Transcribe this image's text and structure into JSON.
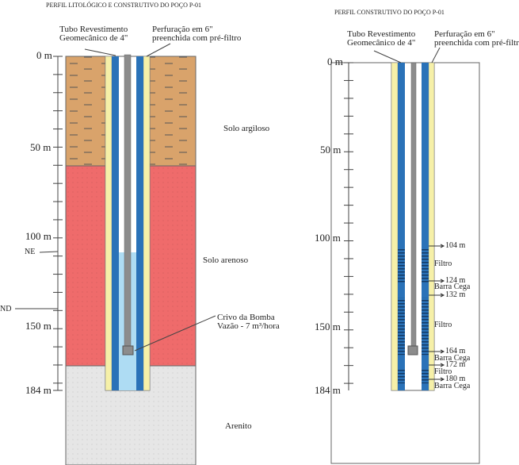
{
  "left": {
    "title": "PERFIL LITOLÓGICO E CONSTRUTIVO DO POÇO P-01",
    "casing_label": [
      "Tubo Revestimento",
      "Geomecânico de 4\""
    ],
    "borehole_label": [
      "Perfuração em 6\"",
      "preenchida com pré-filtro"
    ],
    "depths": [
      "0 m",
      "50 m",
      "100 m",
      "150 m",
      "184 m"
    ],
    "layers": [
      "Solo argiloso",
      "Solo arenoso",
      "Arenito"
    ],
    "ne_label": "NE",
    "nd_label": "ND",
    "pump_label": [
      "Crivo da Bomba",
      "Vazão - 7 m³/hora"
    ]
  },
  "right": {
    "title": "PERFIL CONSTRUTIVO DO POÇO P-01",
    "casing_label": [
      "Tubo Revestimento",
      "Geomecânico de 4\""
    ],
    "borehole_label": [
      "Perfuração em 6\"",
      "preenchida com pré-filtro"
    ],
    "depths": [
      "0 m",
      "50 m",
      "100 m",
      "150 m",
      "184 m"
    ],
    "annotations": [
      "104 m",
      "Filtro",
      "124 m",
      "Barra Cega",
      "132 m",
      "Filtro",
      "164 m",
      "Barra Cega",
      "172 m",
      "Filtro",
      "180 m",
      "Barra Cega"
    ]
  },
  "colors": {
    "clay": "#d9a36b",
    "sand": "#ef6b6b",
    "sandstone": "#e6e6e6",
    "casing": "#2a72b8",
    "prefilter": "#f6f0a8",
    "water": "#aedcf3",
    "pump": "#8c8c8c"
  }
}
